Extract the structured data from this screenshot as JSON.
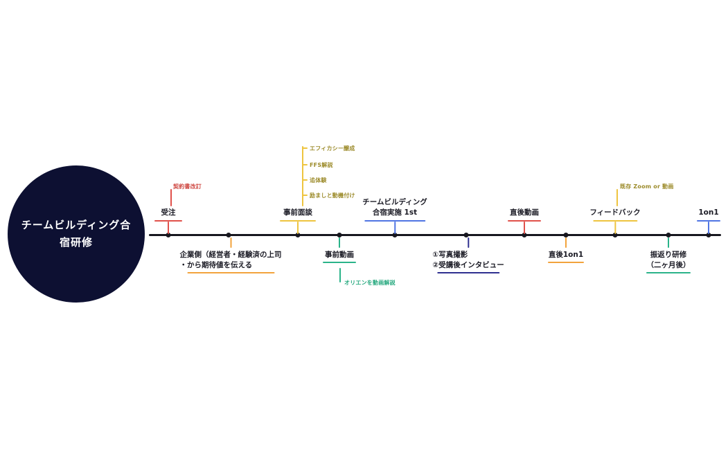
{
  "hub": {
    "title": "チームビルディング合\n宿研修",
    "color": "#0d1032",
    "text_color": "#ffffff"
  },
  "timeline": {
    "line_color": "#17171f",
    "dot_color": "#17171f"
  },
  "milestones": [
    {
      "label": "受注",
      "side": "above",
      "color": "#e0504a",
      "annotations": [
        {
          "text": "契約書改訂",
          "color": "#cf4a44",
          "line_color": "#e0504a"
        }
      ]
    },
    {
      "label": "企業側（経営者・経験済の上司\n・から期待値を伝える",
      "side": "below",
      "color": "#f2a33c",
      "annotations": []
    },
    {
      "label": "事前面談",
      "side": "above",
      "color": "#eec43f",
      "annotations": [
        {
          "text": "エフィカシー醸成",
          "color": "#9c8b2b",
          "line_color": "#eec43f"
        },
        {
          "text": "FFS解説",
          "color": "#9c8b2b",
          "line_color": "#eec43f"
        },
        {
          "text": "追体験",
          "color": "#9c8b2b",
          "line_color": "#eec43f"
        },
        {
          "text": "励ましと動機付け",
          "color": "#9c8b2b",
          "line_color": "#eec43f"
        }
      ]
    },
    {
      "label": "事前動画",
      "side": "below",
      "color": "#2ab389",
      "annotations": [
        {
          "text": "オリエンを動画解説",
          "color": "#27a97f",
          "line_color": "#2ab389"
        }
      ]
    },
    {
      "label": "チームビルディング\n合宿実施 1st",
      "side": "above",
      "color": "#4f74e3",
      "annotations": []
    },
    {
      "label": "①写真撮影\n②受講後インタビュー",
      "side": "below",
      "color": "#2e2f8f",
      "annotations": []
    },
    {
      "label": "直後動画",
      "side": "above",
      "color": "#e0504a",
      "annotations": []
    },
    {
      "label": "直後1on1",
      "side": "below",
      "color": "#f2a33c",
      "annotations": []
    },
    {
      "label": "フィードバック",
      "side": "above",
      "color": "#eec43f",
      "annotations": [
        {
          "text": "既存 Zoom or 動画",
          "color": "#9c8b2b",
          "line_color": "#eec43f"
        }
      ]
    },
    {
      "label": "振返り研修\n（二ヶ月後）",
      "side": "below",
      "color": "#2ab389",
      "annotations": []
    },
    {
      "label": "1on1",
      "side": "above",
      "color": "#4f74e3",
      "annotations": []
    }
  ]
}
